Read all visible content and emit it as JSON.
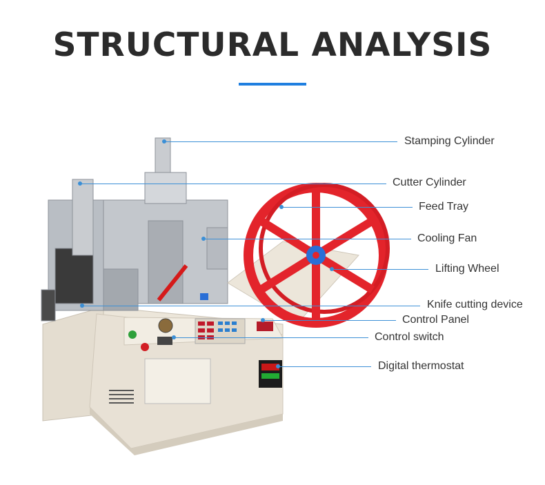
{
  "title": "STRUCTURAL ANALYSIS",
  "accent_color": "#1f7fe0",
  "labels": [
    "Stamping Cylinder",
    "Cutter Cylinder",
    "Feed Tray",
    "Cooling Fan",
    "Lifting Wheel",
    "Knife cutting device",
    "Control Panel",
    "Control switch",
    "Digital thermostat"
  ]
}
